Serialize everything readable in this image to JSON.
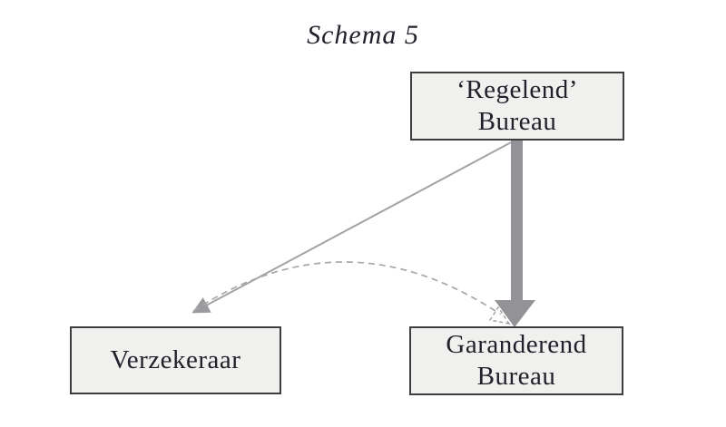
{
  "title": "Schema 5",
  "nodes": {
    "regelend": {
      "label": "‘Regelend’ Bureau",
      "lines": [
        "‘Regelend’",
        "Bureau"
      ]
    },
    "verzekeraar": {
      "label": "Verzekeraar",
      "lines": [
        "Verzekeraar"
      ]
    },
    "garanderend": {
      "label": "Garanderend Bureau",
      "lines": [
        "Garanderend",
        "Bureau"
      ]
    }
  },
  "edges": [
    {
      "from": "‘Regelend’ Bureau",
      "to": "Verzekeraar",
      "style": "thin-solid-arrow"
    },
    {
      "from": "‘Regelend’ Bureau",
      "to": "Garanderend Bureau",
      "style": "thick-solid-arrow"
    },
    {
      "from": "Verzekeraar",
      "to": "Garanderend Bureau",
      "style": "dashed-curved-arrow"
    }
  ],
  "colors": {
    "background": "#ffffff",
    "box_fill": "#f0f0ee",
    "box_border": "#3e3e3e",
    "text": "#21212b",
    "thick_arrow": "#939397",
    "thin_arrow": "#a3a3a7",
    "dashed_arrow": "#a8a8ab"
  }
}
